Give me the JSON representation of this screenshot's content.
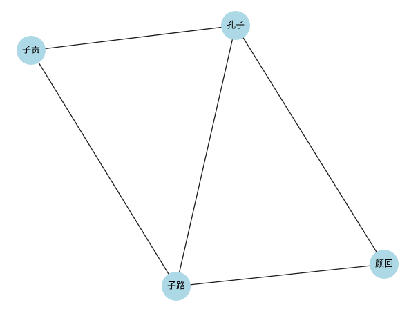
{
  "graph": {
    "nodes": [
      {
        "id": "kongzi",
        "label": "孔子"
      },
      {
        "id": "zigong",
        "label": "子贡"
      },
      {
        "id": "zilu",
        "label": "子路"
      },
      {
        "id": "yanhui",
        "label": "颜回"
      }
    ],
    "edges": [
      {
        "source": "zigong",
        "target": "kongzi"
      },
      {
        "source": "zigong",
        "target": "zilu"
      },
      {
        "source": "kongzi",
        "target": "zilu"
      },
      {
        "source": "kongzi",
        "target": "yanhui"
      },
      {
        "source": "zilu",
        "target": "yanhui"
      }
    ],
    "style": {
      "node_color": "#add8e6",
      "edge_color": "#1a1a1a",
      "label_color": "#000000",
      "background": "#ffffff"
    }
  }
}
